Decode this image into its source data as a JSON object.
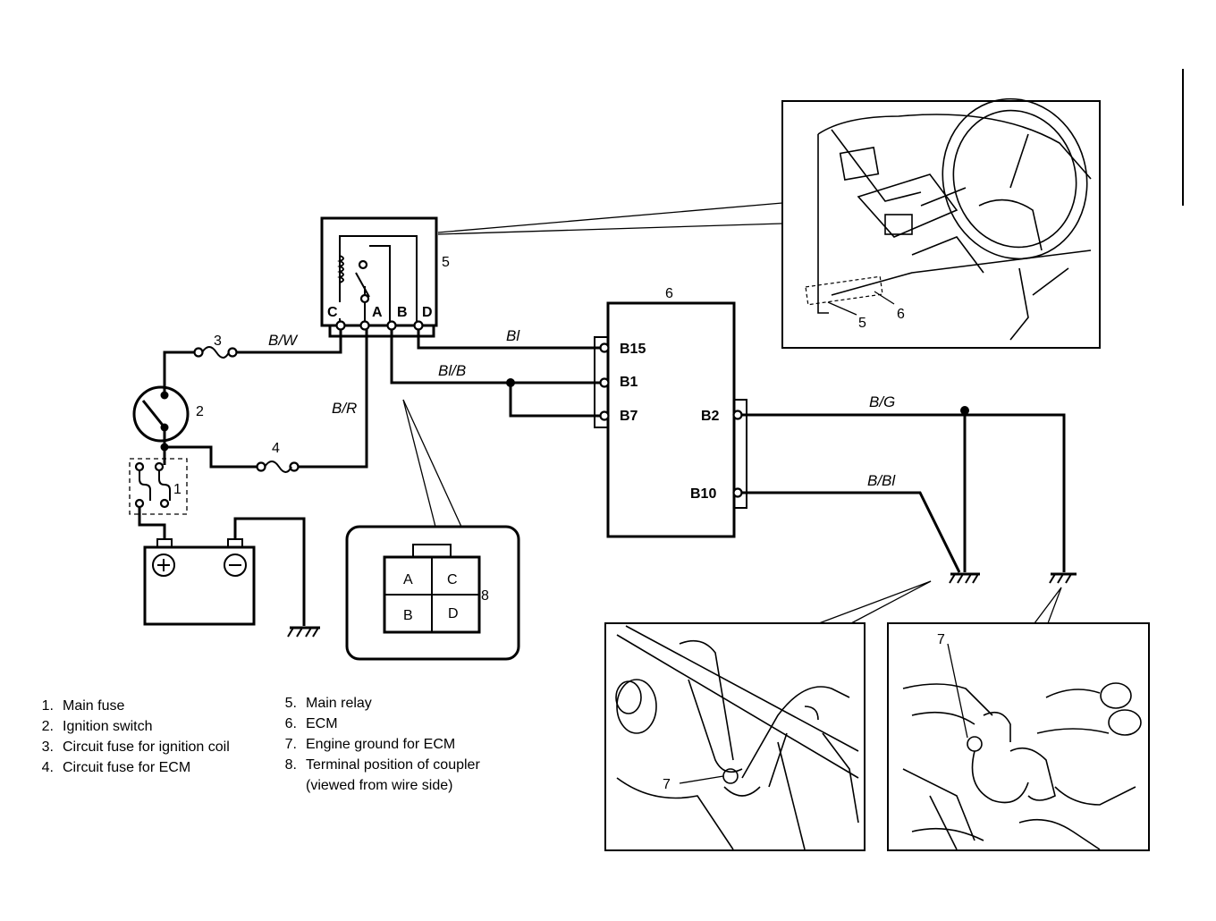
{
  "labels": {
    "relay_pins": [
      "C",
      "A",
      "B",
      "D"
    ],
    "coupler_pins": [
      "A",
      "C",
      "B",
      "D"
    ],
    "ecm_pins": [
      "B15",
      "B1",
      "B7",
      "B2",
      "B10"
    ],
    "wires": {
      "bw": "B/W",
      "bl": "Bl",
      "blb": "Bl/B",
      "br": "B/R",
      "bg": "B/G",
      "bbl": "B/Bl"
    },
    "callouts": {
      "fuse_main": "1",
      "ign_switch": "2",
      "fuse_ign": "3",
      "fuse_ecm": "4",
      "relay": "5",
      "ecm": "6",
      "coupler": "8",
      "inset_relay": "5",
      "inset_ecm": "6",
      "ground_left": "7",
      "ground_right": "7"
    }
  },
  "legend": {
    "left": [
      {
        "num": "1.",
        "text": "Main fuse"
      },
      {
        "num": "2.",
        "text": "Ignition switch"
      },
      {
        "num": "3.",
        "text": "Circuit fuse for ignition coil"
      },
      {
        "num": "4.",
        "text": "Circuit fuse for ECM"
      }
    ],
    "right": [
      {
        "num": "5.",
        "text": "Main relay"
      },
      {
        "num": "6.",
        "text": "ECM"
      },
      {
        "num": "7.",
        "text": "Engine ground for ECM"
      },
      {
        "num": "8.",
        "text": "Terminal position of coupler (viewed from wire side)"
      }
    ]
  },
  "icons": [
    "battery-icon",
    "fuse-icon",
    "relay-coil-icon",
    "ground-icon",
    "ignition-switch-icon"
  ]
}
